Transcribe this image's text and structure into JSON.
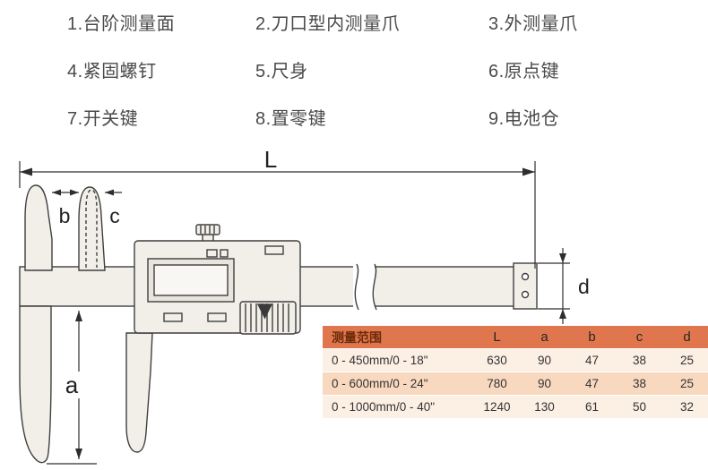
{
  "legend": {
    "items": [
      "1.台阶测量面",
      "2.刀口型内测量爪",
      "3.外测量爪",
      "4.紧固螺钉",
      "5.尺身",
      "6.原点键",
      "7.开关键",
      "8.置零键",
      "9.电池仓"
    ]
  },
  "diagram": {
    "labels": {
      "L": "L",
      "a": "a",
      "b": "b",
      "c": "c",
      "d": "d"
    }
  },
  "table": {
    "header": {
      "range": "测量范围",
      "cols": [
        "L",
        "a",
        "b",
        "c",
        "d"
      ]
    },
    "rows": [
      {
        "range": "0 - 450mm/0 - 18\"",
        "values": [
          "630",
          "90",
          "47",
          "38",
          "25"
        ]
      },
      {
        "range": "0 - 600mm/0 - 24\"",
        "values": [
          "780",
          "90",
          "47",
          "38",
          "25"
        ]
      },
      {
        "range": "0 - 1000mm/0 - 40\"",
        "values": [
          "1240",
          "130",
          "61",
          "50",
          "32"
        ]
      }
    ]
  },
  "colors": {
    "table_header_bg": "#e0764d",
    "table_row_light": "#fcefe4",
    "table_row_dark": "#f8d9bf",
    "body_fill": "#f2efe9",
    "line": "#3f3f3f"
  }
}
